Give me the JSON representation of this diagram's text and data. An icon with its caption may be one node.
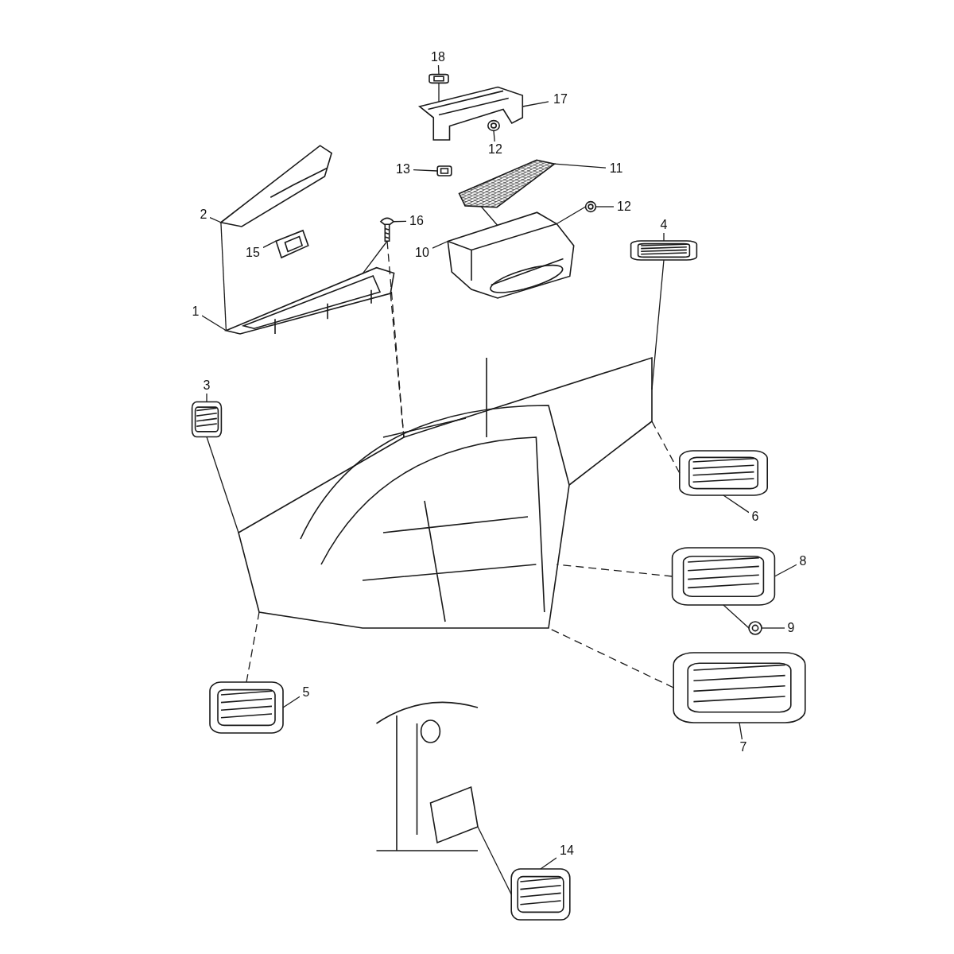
{
  "diagram": {
    "nodes": [
      {
        "text": [
          "18"
        ]
      },
      {
        "text": [],
        "shape": "picture"
      },
      {
        "text": [
          "17"
        ]
      },
      {
        "text": [],
        "shape": "picture"
      },
      {
        "text": [
          "12"
        ]
      },
      {
        "text": [],
        "shape": "picture",
        "in": 3
      },
      {
        "text": [
          "13"
        ]
      },
      {
        "text": [],
        "shape": "picture"
      },
      {
        "text": [
          "11"
        ]
      },
      {
        "text": [],
        "shape": "picture"
      },
      {
        "text": [
          "2"
        ]
      },
      {
        "text": [],
        "shape": "picture"
      },
      {
        "text": [
          "16"
        ]
      },
      {
        "text": [],
        "shape": "picture"
      },
      {
        "text": [
          "12"
        ]
      },
      {
        "text": [],
        "shape": "picture"
      },
      {
        "text": [
          "10"
        ]
      },
      {
        "text": [],
        "shape": "picture"
      },
      {
        "text": [
          "15"
        ]
      },
      {
        "text": [],
        "shape": "picture"
      },
      {
        "text": [
          "4"
        ]
      },
      {
        "text": [],
        "shape": "picture"
      },
      {
        "text": [
          "1"
        ]
      },
      {
        "text": [],
        "shape": "picture"
      },
      {
        "text": [],
        "shape": "picture"
      },
      {
        "text": [
          "3"
        ]
      },
      {
        "text": [],
        "shape": "picture"
      },
      {
        "text": [
          "6"
        ]
      },
      {
        "text": [],
        "shape": "picture"
      },
      {
        "text": [
          "8"
        ]
      },
      {
        "text": [],
        "shape": "picture"
      },
      {
        "text": [
          "9"
        ]
      },
      {
        "text": [],
        "shape": "picture"
      },
      {
        "text": [
          "5"
        ]
      },
      {
        "text": [],
        "shape": "picture"
      },
      {
        "text": [
          "7"
        ]
      },
      {
        "text": [],
        "shape": "picture"
      },
      {
        "text": [],
        "shape": "picture"
      },
      {
        "text": [
          "14"
        ]
      },
      {
        "text": [],
        "shape": "picture"
      }
    ],
    "edges": [
      {
        "from": 0,
        "to": 1,
        "arrow": "none"
      },
      {
        "from": 2,
        "to": 3,
        "arrow": "none"
      },
      {
        "from": 4,
        "to": 5,
        "arrow": "none"
      },
      {
        "from": 6,
        "to": 7,
        "arrow": "none"
      },
      {
        "from": 8,
        "to": 9,
        "arrow": "none"
      },
      {
        "from": 10,
        "to": 11,
        "arrow": "none"
      },
      {
        "from": 12,
        "to": 13,
        "arrow": "none"
      },
      {
        "from": 14,
        "to": 15,
        "arrow": "none"
      },
      {
        "from": 16,
        "to": 17,
        "arrow": "none"
      },
      {
        "from": 18,
        "to": 19,
        "arrow": "none"
      },
      {
        "from": 20,
        "to": 21,
        "arrow": "none"
      },
      {
        "from": 22,
        "to": 23,
        "arrow": "none"
      },
      {
        "from": 25,
        "to": 26,
        "arrow": "none"
      },
      {
        "from": 27,
        "to": 28,
        "arrow": "none"
      },
      {
        "from": 29,
        "to": 30,
        "arrow": "none"
      },
      {
        "from": 31,
        "to": 32,
        "arrow": "none"
      },
      {
        "from": 33,
        "to": 34,
        "arrow": "none"
      },
      {
        "from": 35,
        "to": 36,
        "arrow": "none"
      },
      {
        "from": 38,
        "to": 39,
        "arrow": "none"
      },
      {
        "from": 1,
        "to": 3,
        "arrow": "none"
      },
      {
        "from": 9,
        "to": 17,
        "arrow": "none"
      },
      {
        "from": 11,
        "to": 23,
        "arrow": "none"
      },
      {
        "from": 13,
        "to": 23,
        "arrow": "none"
      },
      {
        "from": 15,
        "to": 17,
        "arrow": "none"
      },
      {
        "from": 21,
        "to": 24,
        "arrow": "none"
      },
      {
        "from": 26,
        "to": 24,
        "arrow": "none"
      },
      {
        "from": 23,
        "to": 24,
        "arrow": "none",
        "style": "dashed"
      },
      {
        "from": 13,
        "to": 24,
        "arrow": "none",
        "style": "dashed"
      },
      {
        "from": 28,
        "to": 24,
        "arrow": "none",
        "style": "dashed"
      },
      {
        "from": 30,
        "to": 24,
        "arrow": "none",
        "style": "dashed"
      },
      {
        "from": 32,
        "to": 30,
        "arrow": "none"
      },
      {
        "from": 36,
        "to": 24,
        "arrow": "none",
        "style": "dashed"
      },
      {
        "from": 34,
        "to": 24,
        "arrow": "none",
        "style": "dashed"
      },
      {
        "from": 39,
        "to": 37,
        "arrow": "none"
      }
    ]
  }
}
